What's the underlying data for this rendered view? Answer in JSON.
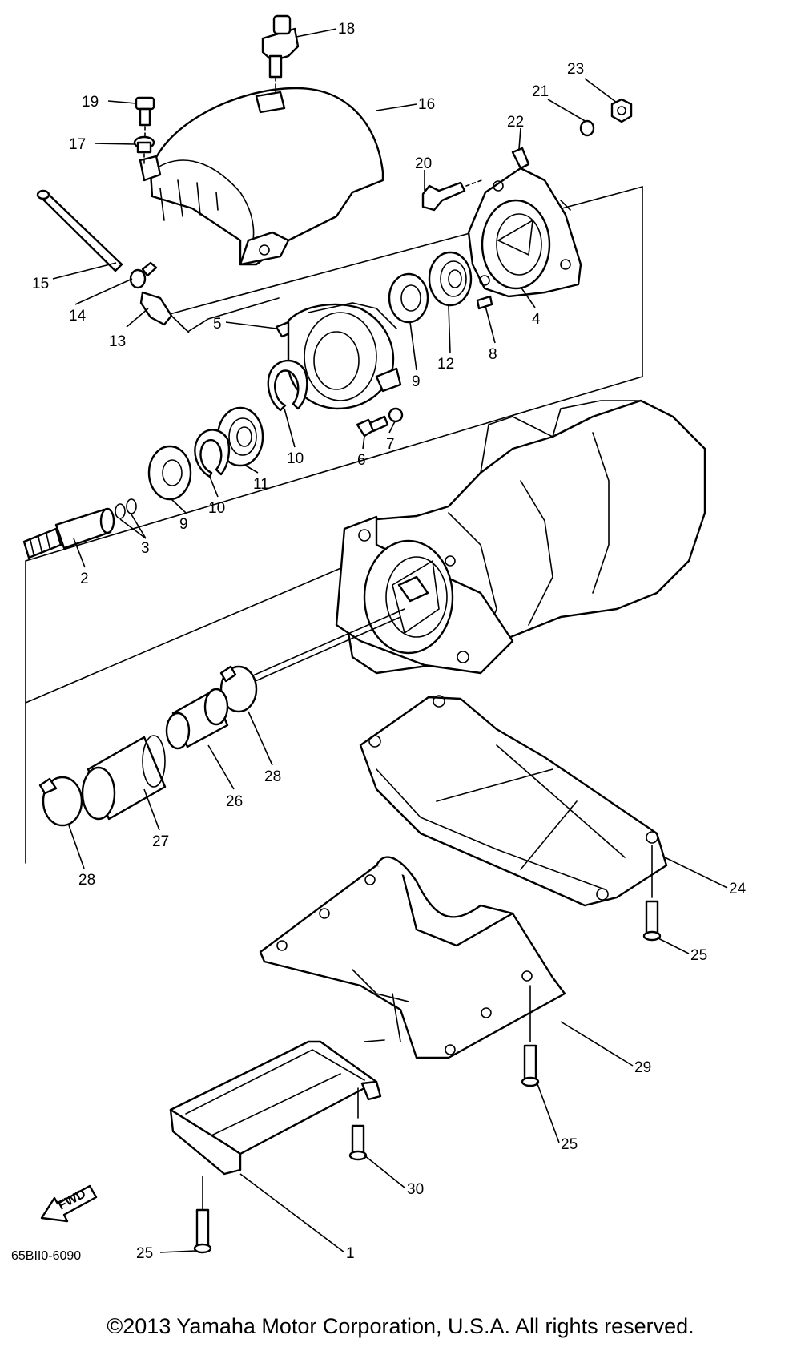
{
  "diagram": {
    "labels": {
      "p1": "1",
      "p2": "2",
      "p3": "3",
      "p4": "4",
      "p5": "5",
      "p6": "6",
      "p7": "7",
      "p8": "8",
      "p9a": "9",
      "p9b": "9",
      "p10a": "10",
      "p10b": "10",
      "p11": "11",
      "p12": "12",
      "p13": "13",
      "p14": "14",
      "p15": "15",
      "p16": "16",
      "p17": "17",
      "p18": "18",
      "p19": "19",
      "p20": "20",
      "p21": "21",
      "p22": "22",
      "p23": "23",
      "p24": "24",
      "p25a": "25",
      "p25b": "25",
      "p25c": "25",
      "p26": "26",
      "p27": "27",
      "p28a": "28",
      "p28b": "28",
      "p29": "29",
      "p30": "30"
    },
    "fwd_label": "FWD",
    "diagram_code": "65BII0-6090",
    "icons": [
      "fwd-arrow-icon"
    ]
  },
  "footer": {
    "copyright": "©2013 Yamaha Motor Corporation, U.S.A. All rights reserved."
  }
}
